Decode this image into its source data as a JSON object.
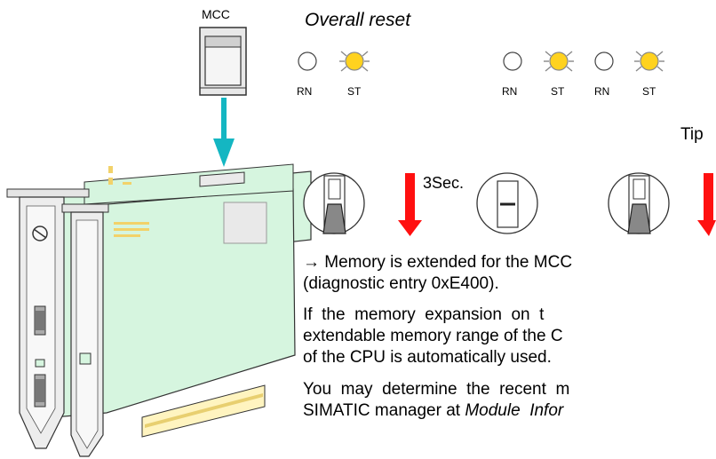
{
  "card_label": "MCC",
  "heading": "Overall reset",
  "led_labels": {
    "rn": "RN",
    "st": "ST"
  },
  "steps": {
    "hold_time": "3Sec.",
    "tip": "Tip"
  },
  "body": {
    "line1": "→ Memory is extended for the MCC",
    "line2": "(diagnostic entry 0xE400).",
    "line3": "If  the  memory  expansion  on  t",
    "line4": "extendable memory range of the C",
    "line5": "of the CPU is automatically used.",
    "line6": "You  may  determine  the  recent  m",
    "line7_prefix": "SIMATIC manager at ",
    "line7_italic": "Module  Infor"
  },
  "colors": {
    "led_on": "#ffd21f",
    "arrow_red": "#ff1010",
    "arrow_teal": "#14b6c2",
    "board_green": "#d6f5df"
  }
}
